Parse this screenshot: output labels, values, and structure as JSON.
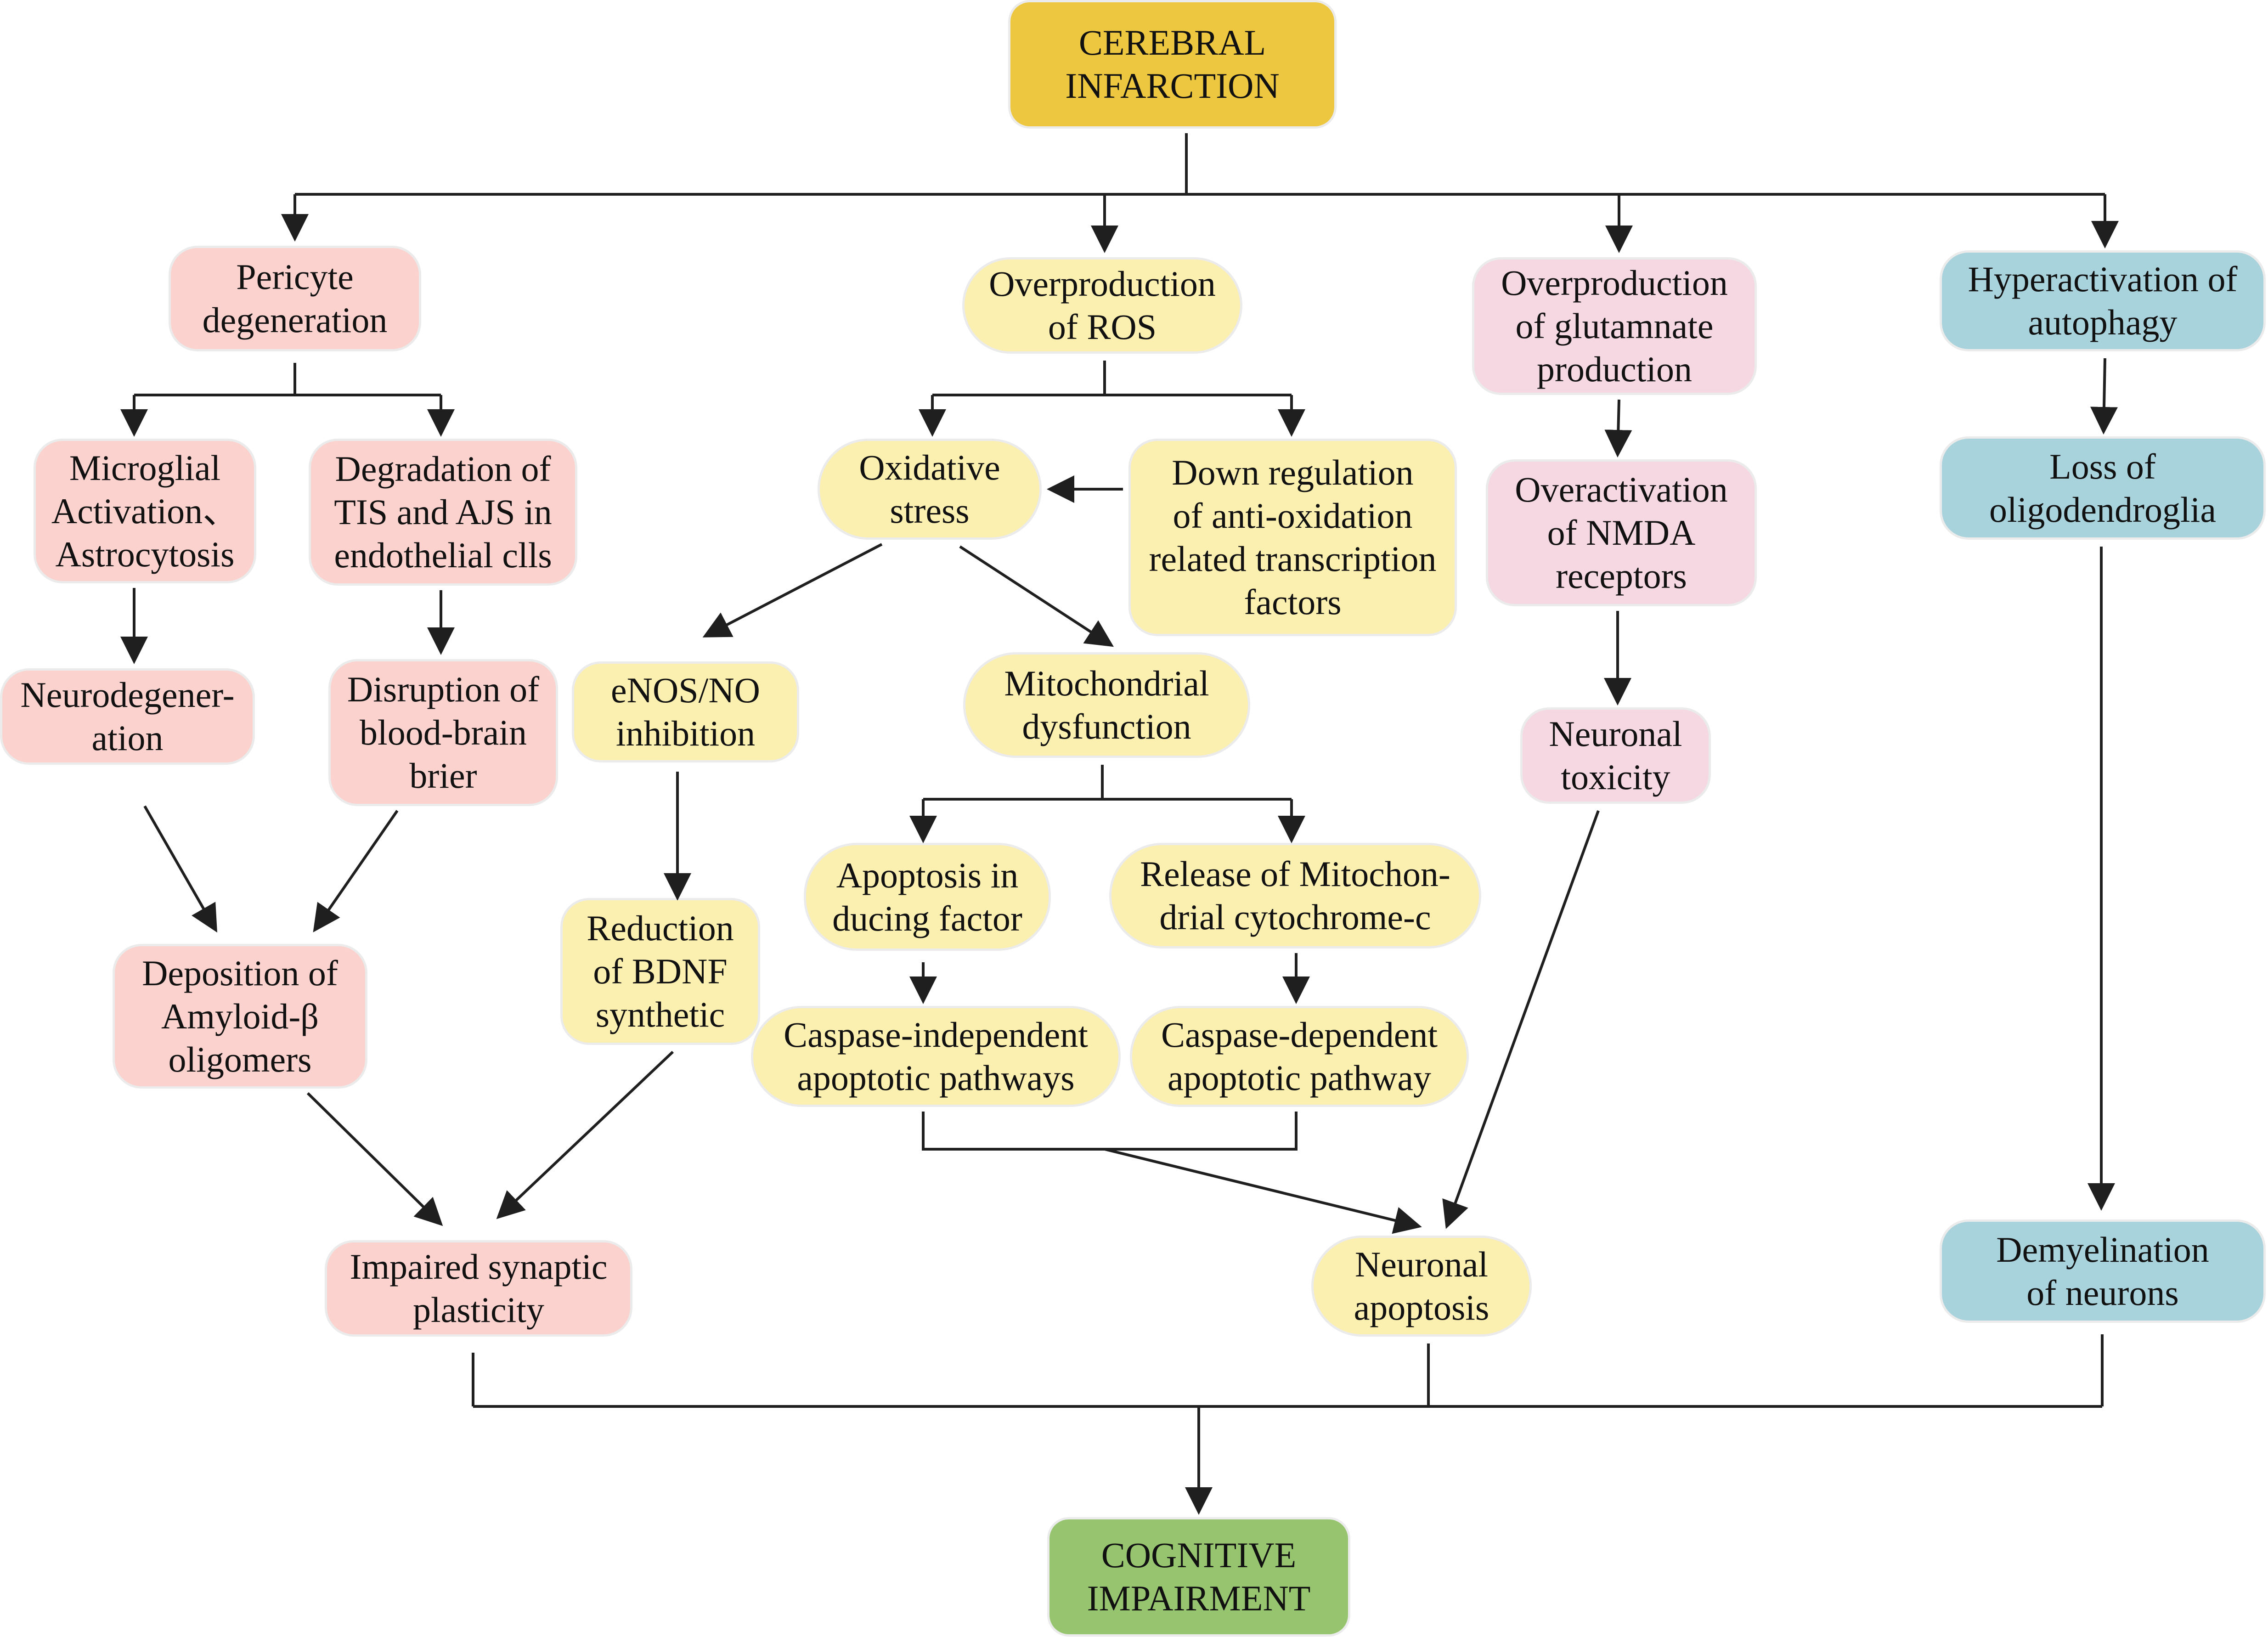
{
  "colors": {
    "gold": "#ecc73f",
    "pink": "#fbd2ce",
    "yellow": "#fcf0b0",
    "lilac": "#f6d8e3",
    "blue": "#a8d3dc",
    "green": "#97c56f",
    "line": "#1f1f1f"
  },
  "nodes": {
    "cerebral_infarction": "CEREBRAL\nINFARCTION",
    "pericyte_degeneration": "Pericyte\ndegeneration",
    "ros_overproduction": "Overproduction\nof ROS",
    "glutamate_overproduction": "Overproduction\nof glutamnate\nproduction",
    "autophagy_hyperactivation": "Hyperactivation of\nautophagy",
    "microglial_activation": "Microglial\nActivation、\nAstrocytosis",
    "tis_ajs_degradation": "Degradation of\nTIS and AJS in\nendothelial clls",
    "oxidative_stress": "Oxidative\nstress",
    "antioxidation_downregulation": "Down regulation\nof anti-oxidation\nrelated transcription\nfactors",
    "nmda_overactivation": "Overactivation\nof NMDA\nreceptors",
    "oligodendroglia_loss": "Loss of\noligodendroglia",
    "neurodegeneration": "Neurodegener-\nation",
    "bbb_disruption": "Disruption of\nblood-brain\nbrier",
    "enos_inhibition": "eNOS/NO\ninhibition",
    "mitochondrial_dysfunction": "Mitochondrial\ndysfunction",
    "neuronal_toxicity": "Neuronal\ntoxicity",
    "apoptosis_inducing_factor": "Apoptosis in\nducing factor",
    "cytochrome_c_release": "Release of Mitochon-\ndrial cytochrome-c",
    "amyloid_deposition": "Deposition of\nAmyloid-β\noligomers",
    "bdnf_reduction": "Reduction\nof BDNF\nsynthetic",
    "caspase_independent": "Caspase-independent\napoptotic pathways",
    "caspase_dependent": "Caspase-dependent\napoptotic pathway",
    "impaired_synaptic_plasticity": "Impaired synaptic\nplasticity",
    "neuronal_apoptosis": "Neuronal\napoptosis",
    "neuron_demyelination": "Demyelination\nof neurons",
    "cognitive_impairment": "COGNITIVE\nIMPAIRMENT"
  }
}
